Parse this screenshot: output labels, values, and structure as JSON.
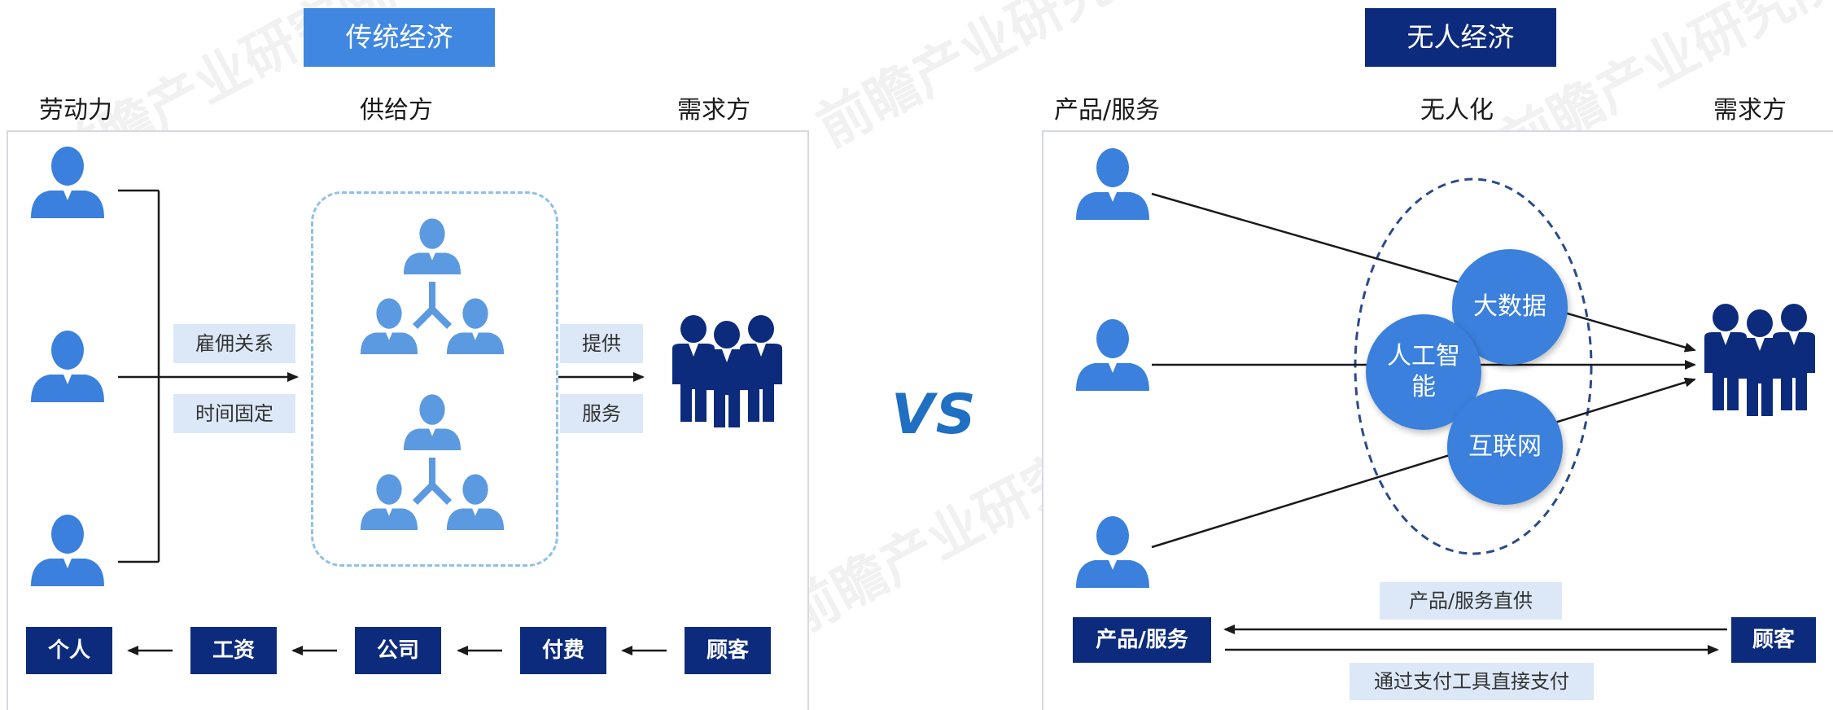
{
  "left": {
    "title": "传统经济",
    "title_color": "#3f87e0",
    "columns": [
      "劳动力",
      "供给方",
      "需求方"
    ],
    "labels": {
      "employment": "雇佣关系",
      "fixed_time": "时间固定",
      "provide": "提供",
      "service": "服务"
    },
    "flow": [
      "个人",
      "工资",
      "公司",
      "付费",
      "顾客"
    ]
  },
  "vs": "VS",
  "right": {
    "title": "无人经济",
    "title_color": "#0d2b7c",
    "columns": [
      "产品/服务",
      "无人化",
      "需求方"
    ],
    "circles": {
      "big_data": "大数据",
      "ai": "人工智能",
      "internet": "互联网"
    },
    "product_box": "产品/服务",
    "customer_box": "顾客",
    "direct_supply": "产品/服务直供",
    "direct_payment": "通过支付工具直接支付"
  },
  "watermark": "前瞻产业研究院",
  "colors": {
    "navy": "#0d2b7c",
    "blue": "#3a80dc",
    "light_blue": "#dce8f7",
    "person_light": "#3a80dc"
  }
}
